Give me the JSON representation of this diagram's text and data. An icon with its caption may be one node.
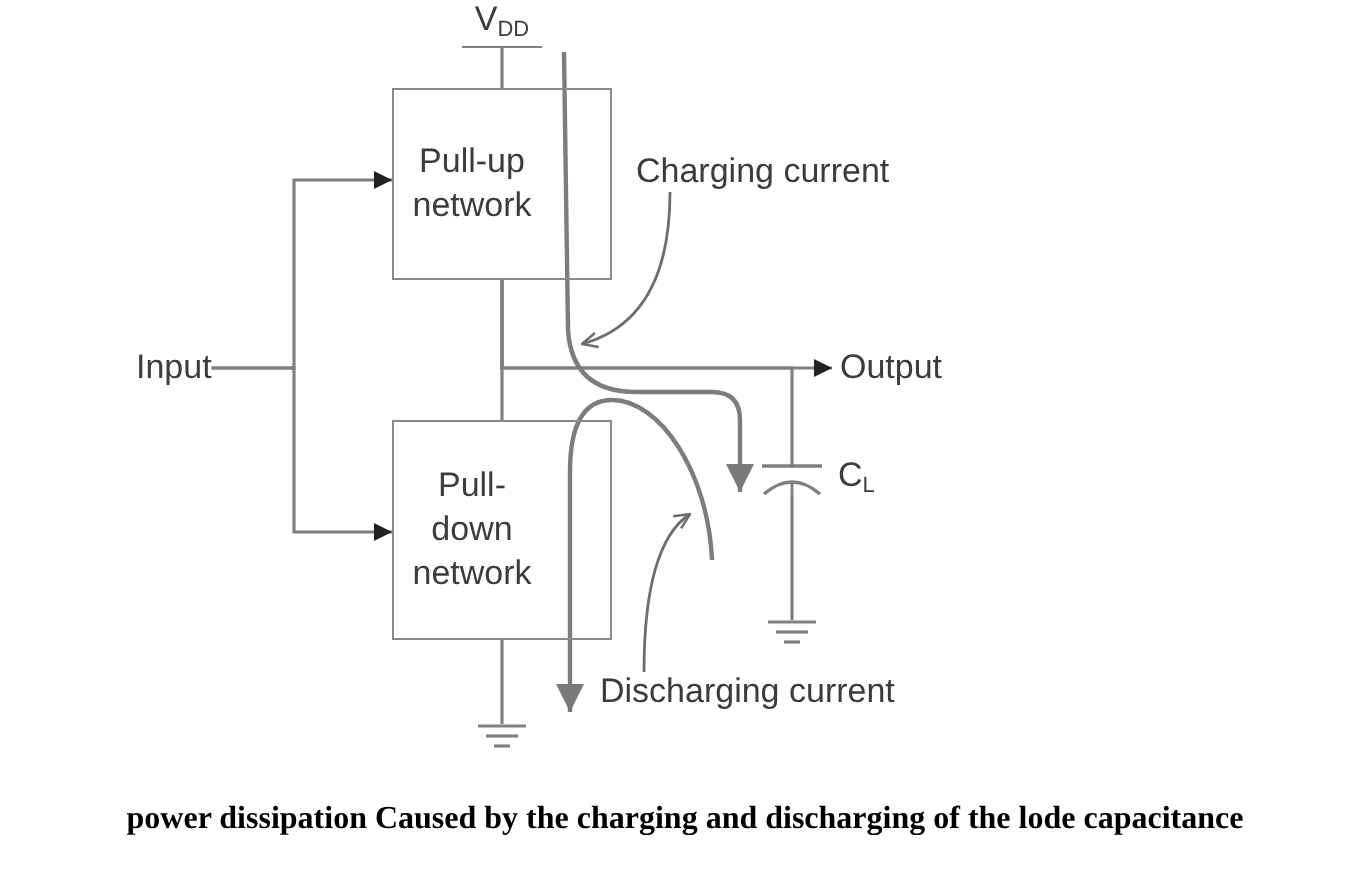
{
  "diagram": {
    "caption": "power dissipation Caused by the charging and discharging of the lode capacitance",
    "nodes": [
      {
        "text": [
          "V$_{DD}$"
        ]
      },
      {
        "text": [
          "Pull-up network"
        ]
      },
      {
        "text": [
          "Charging current"
        ]
      },
      {
        "text": [
          "Input"
        ]
      },
      {
        "text": [
          "Output"
        ]
      },
      {
        "text": [
          "Pull-down network"
        ]
      },
      {
        "text": [],
        "shape": "capacitor",
        "beside": [
          "C$_{L}$"
        ]
      },
      {
        "text": [
          "Discharging current"
        ]
      },
      {
        "text": [],
        "shape": "ground"
      },
      {
        "text": [],
        "shape": "ground"
      }
    ],
    "edges": [
      {
        "from": 0,
        "to": 1,
        "arrow": "none"
      },
      {
        "from": 3,
        "to": 1,
        "arrow": "to"
      },
      {
        "from": 3,
        "to": 5,
        "arrow": "to"
      },
      {
        "from": 1,
        "to": 5,
        "arrow": "none"
      },
      {
        "from": 1,
        "to": 4,
        "arrow": "to"
      },
      {
        "from": 1,
        "to": 6,
        "arrow": "none"
      },
      {
        "from": 5,
        "to": 8,
        "arrow": "none"
      },
      {
        "from": 6,
        "to": 9,
        "arrow": "none"
      },
      {
        "from": 2,
        "to": null,
        "arrow": "to"
      },
      {
        "from": 7,
        "to": null,
        "arrow": "to"
      }
    ]
  }
}
